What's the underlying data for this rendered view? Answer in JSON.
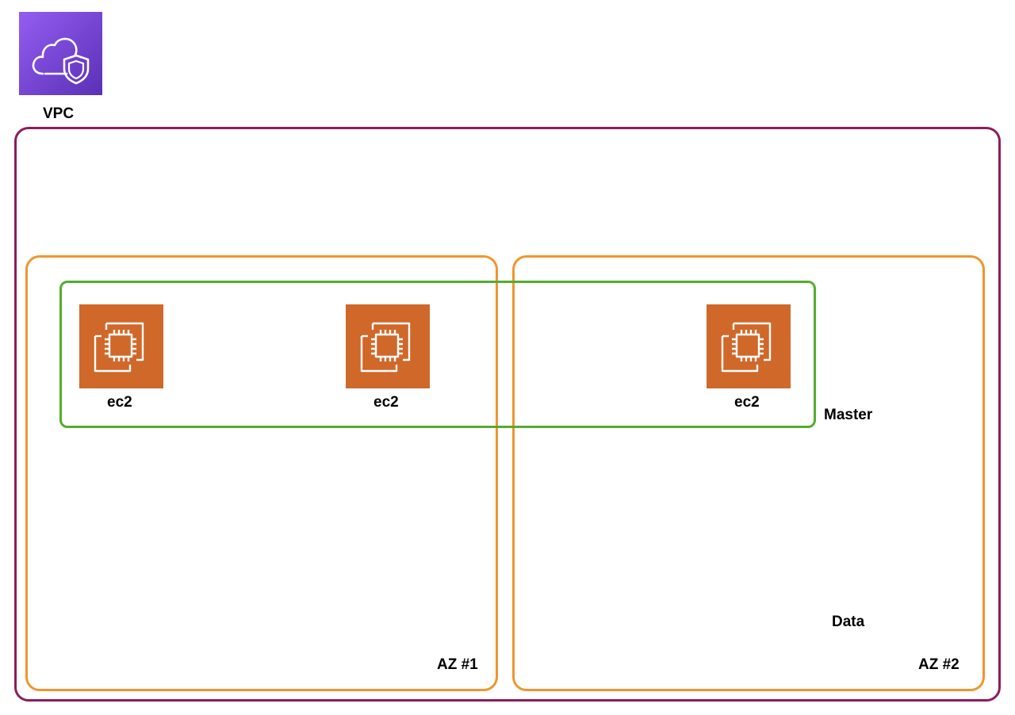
{
  "vpc": {
    "label": "VPC",
    "icon": "vpc-icon",
    "border_color": "#8c1d5c",
    "icon_color": "#7b4ae0"
  },
  "zones": [
    {
      "label": "AZ #1",
      "border_color": "#f0952f"
    },
    {
      "label": "AZ #2",
      "border_color": "#f0952f"
    }
  ],
  "groups": {
    "master": {
      "label": "Master",
      "border_color": "#54ad2e"
    },
    "data": {
      "label": "Data"
    }
  },
  "instances": [
    {
      "label": "ec2",
      "icon": "ec2-instance-icon",
      "color": "#d0682a"
    },
    {
      "label": "ec2",
      "icon": "ec2-instance-icon",
      "color": "#d0682a"
    },
    {
      "label": "ec2",
      "icon": "ec2-instance-icon",
      "color": "#d0682a"
    }
  ]
}
